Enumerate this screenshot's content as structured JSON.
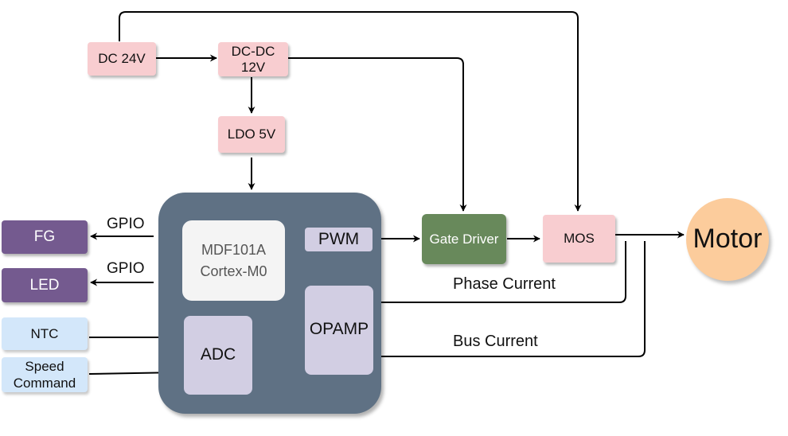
{
  "nodes": {
    "dc24v": "DC 24V",
    "dcdc_line1": "DC-DC",
    "dcdc_line2": "12V",
    "ldo": "LDO 5V",
    "mcu_line1": "MDF101A",
    "mcu_line2": "Cortex-M0",
    "pwm": "PWM",
    "adc": "ADC",
    "opamp": "OPAMP",
    "gate_driver": "Gate Driver",
    "mos": "MOS",
    "motor": "Motor",
    "fg": "FG",
    "led": "LED",
    "ntc": "NTC",
    "speed_line1": "Speed",
    "speed_line2": "Command"
  },
  "labels": {
    "gpio_fg": "GPIO",
    "gpio_led": "GPIO",
    "phase_current": "Phase Current",
    "bus_current": "Bus Current"
  },
  "colors": {
    "power": "#f8cdd0",
    "mcu": "#5f7184",
    "output": "#745a8f",
    "input": "#d3e7fa",
    "driver": "#68895b",
    "motor": "#fccc9c",
    "peripheral": "#d2cee3"
  }
}
